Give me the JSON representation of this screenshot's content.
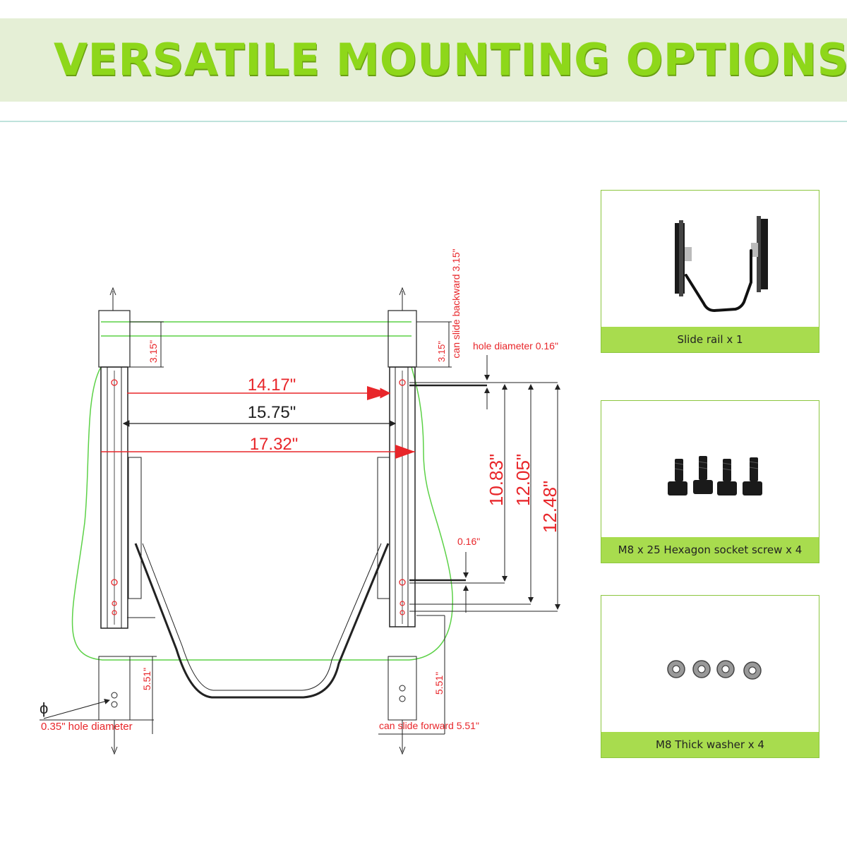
{
  "title": "VERSATILE MOUNTING OPTIONS",
  "dimensions": {
    "width_14": "14.17\"",
    "width_15": "15.75\"",
    "width_17": "17.32\"",
    "height_10": "10.83\"",
    "height_12a": "12.05\"",
    "height_12b": "12.48\"",
    "slide_back_left": "3.15\"",
    "slide_back_right": "3.15\"",
    "slide_back_note": "can slide backward 3.15\"",
    "hole_diameter_top": "hole diameter 0.16\"",
    "hole_small": "0.16\"",
    "slide_fwd_left": "5.51\"",
    "slide_fwd_right": "5.51\"",
    "slide_fwd_note": "can slide forward 5.51\"",
    "phi_symbol": "ϕ",
    "hole_diameter_bottom": "0.35\" hole diameter"
  },
  "colors": {
    "accent_green": "#8ed71a",
    "dimension_red": "#e8262a",
    "outline_green": "#5cd147"
  },
  "parts": [
    {
      "caption": "Slide rail x 1",
      "icon": "slide-rail-image"
    },
    {
      "caption": "M8 x 25 Hexagon socket screw x 4",
      "icon": "hex-screw-image"
    },
    {
      "caption": "M8 Thick washer x 4",
      "icon": "washer-image"
    }
  ]
}
